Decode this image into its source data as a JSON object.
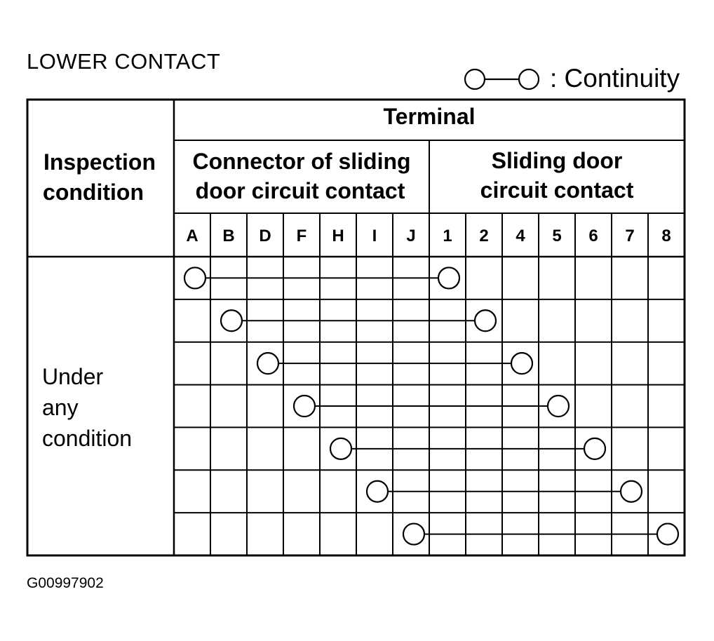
{
  "title": "LOWER CONTACT",
  "legend": {
    "label": ": Continuity",
    "icon": "continuity-symbol"
  },
  "table": {
    "header_terminal": "Terminal",
    "header_inspection": [
      "Inspection",
      "condition"
    ],
    "group_connector": [
      "Connector of sliding",
      "door circuit contact"
    ],
    "group_sliding": [
      "Sliding door",
      "circuit contact"
    ],
    "columns": [
      "A",
      "B",
      "D",
      "F",
      "H",
      "I",
      "J",
      "1",
      "2",
      "4",
      "5",
      "6",
      "7",
      "8"
    ],
    "condition_label": [
      "Under",
      "any",
      "condition"
    ],
    "continuity": [
      [
        "A",
        "1"
      ],
      [
        "B",
        "2"
      ],
      [
        "D",
        "4"
      ],
      [
        "F",
        "5"
      ],
      [
        "H",
        "6"
      ],
      [
        "I",
        "7"
      ],
      [
        "J",
        "8"
      ]
    ]
  },
  "figure_id": "G00997902"
}
